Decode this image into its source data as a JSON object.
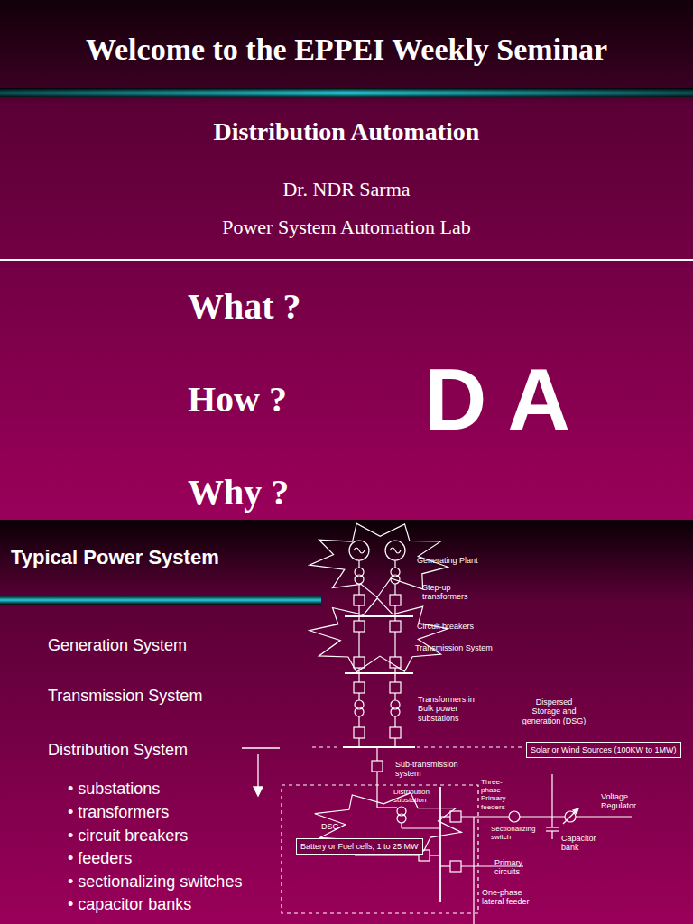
{
  "diagram": {
    "title": "Welcome to the EPPEI Weekly Seminar",
    "nodes": [
      {
        "text": [
          "Solar or Wind Sources (100KW to 1MW)"
        ]
      },
      {
        "text": [
          "Battery or Fuel cells, 1 to 25 MW"
        ]
      }
    ],
    "labels": [
      "Distribution Automation",
      "Dr. NDR Sarma",
      "Power System Automation Lab",
      "What ?",
      "How ?",
      "Why ?",
      "D A",
      "Typical Power System",
      "Generation System",
      "Transmission System",
      "Distribution System",
      "• substations",
      "• transformers",
      "• circuit breakers",
      "• feeders",
      "• sectionalizing switches",
      "• capacitor banks",
      "Generating Plant",
      "Step-up transformers",
      "Circuit breakers",
      "Transmission System",
      "Transformers in Bulk power substations",
      "Dispersed Storage and generation (DSG)",
      "Voltage Regulator",
      "Capacitor bank",
      "Sub-transmission system",
      "Distribution substation",
      "Three-phase Primary feeders",
      "Sectionalizing switch",
      "DSG",
      "Primary circuits",
      "One-phase lateral feeder"
    ]
  }
}
